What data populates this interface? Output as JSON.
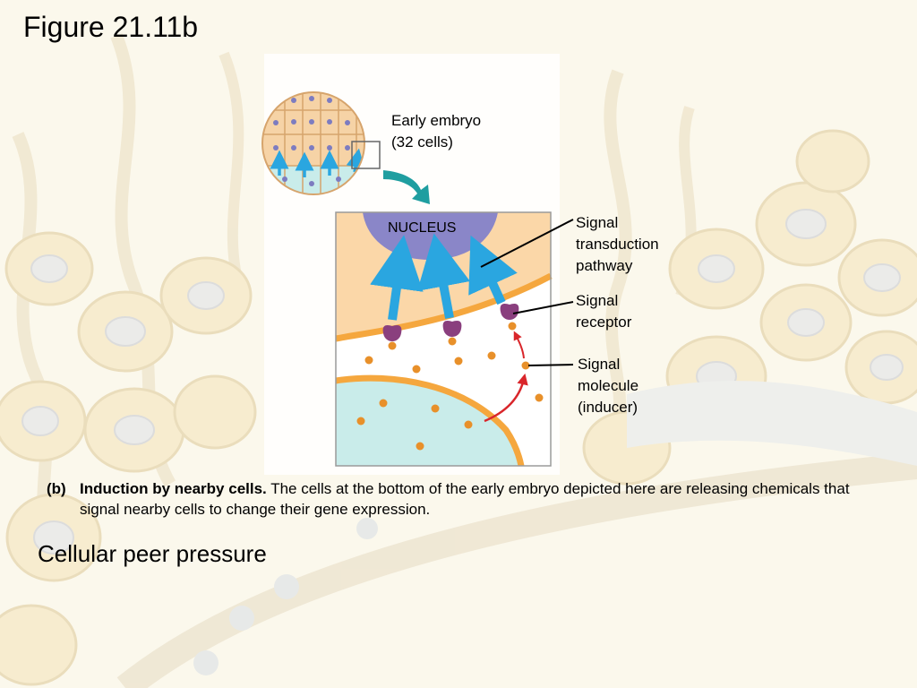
{
  "slide": {
    "title": "Figure 21.11b",
    "subtitle": "Cellular peer pressure"
  },
  "diagram": {
    "embryo_label_line1": "Early embryo",
    "embryo_label_line2": "(32 cells)",
    "nucleus_label": "NUCLEUS",
    "callouts": {
      "transduction": [
        "Signal",
        "transduction",
        "pathway"
      ],
      "receptor": [
        "Signal",
        "receptor"
      ],
      "molecule": [
        "Signal",
        "molecule",
        "(inducer)"
      ]
    }
  },
  "caption": {
    "tag": "(b)",
    "bold": "Induction by nearby cells.",
    "text": " The cells at the bottom of the early embryo depicted here are releasing chemicals that signal nearby cells to change their gene expression."
  },
  "colors": {
    "background": "#fbf8ec",
    "cytoplasm": "#fbd7a8",
    "lower_cell": "#c9ecea",
    "nucleus": "#8a86c8",
    "arrow_blue": "#2aa6e0",
    "membrane": "#f5a73e",
    "receptor": "#8a3f7e",
    "signal_molecule": "#e8902a",
    "inducer_arrow": "#d9262b",
    "teal_arrow": "#1f9ea0"
  }
}
